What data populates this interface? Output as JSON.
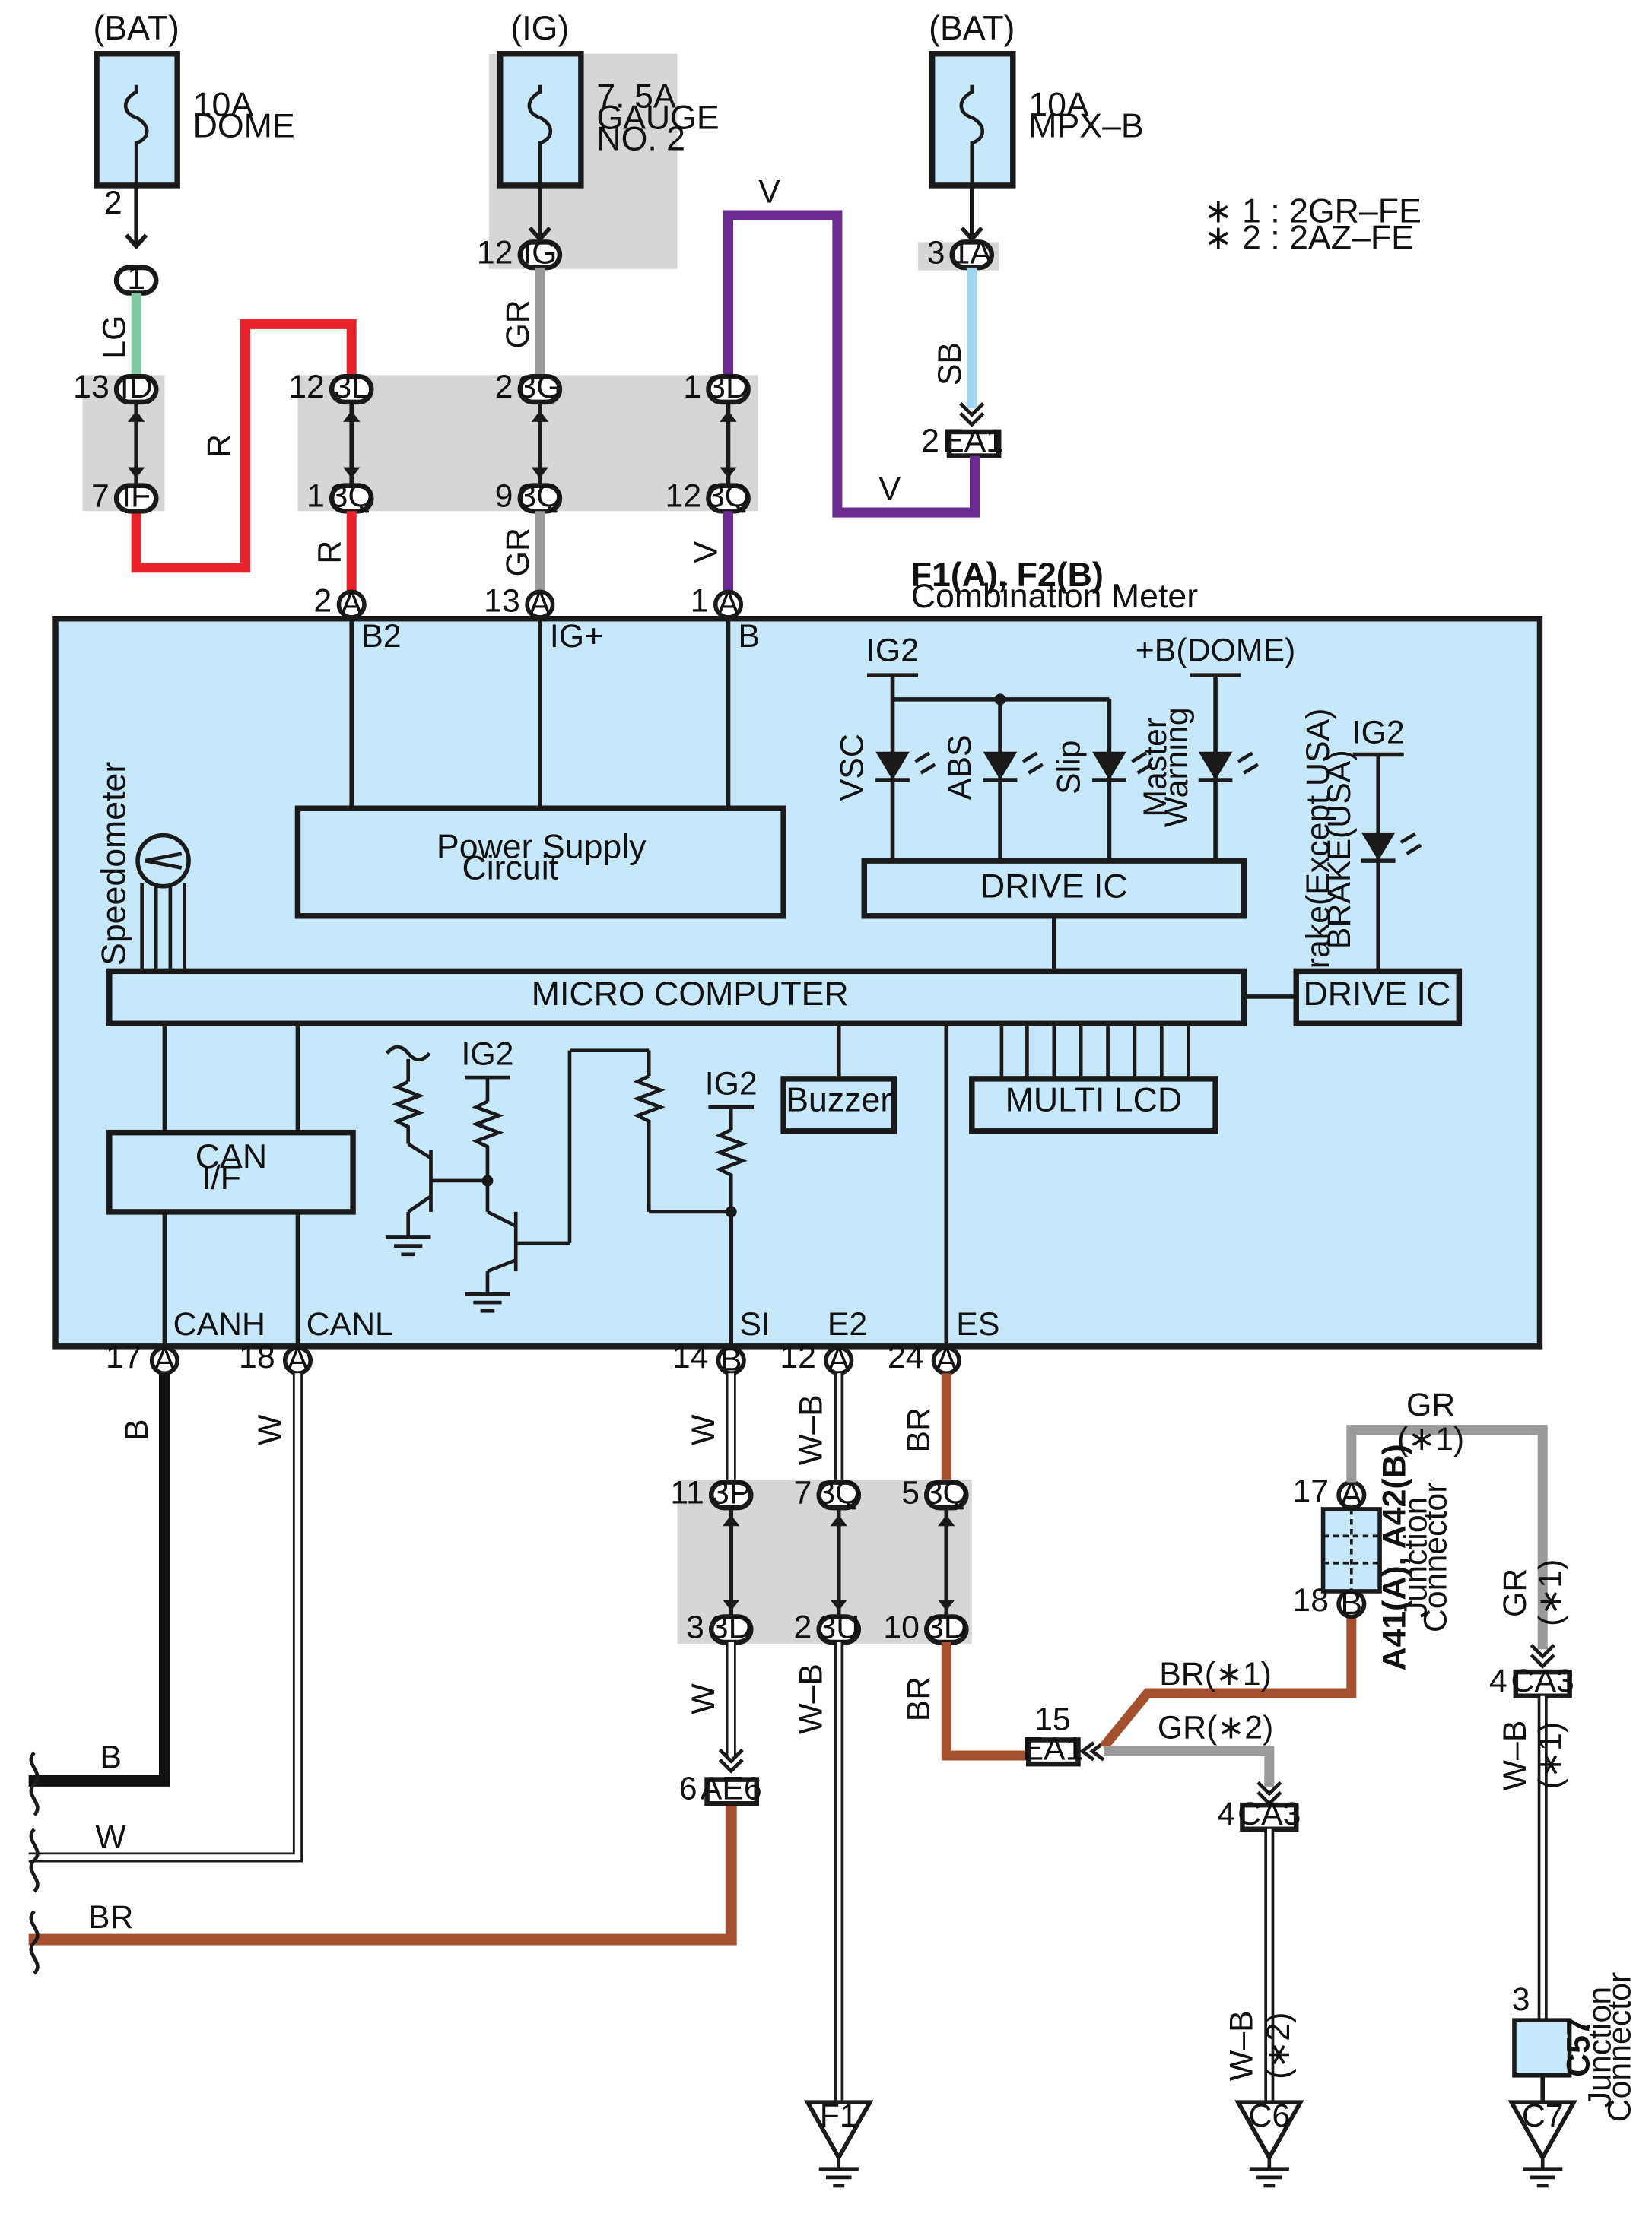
{
  "notes": [
    "∗ 1 : 2GR–FE",
    "∗ 2 : 2AZ–FE"
  ],
  "fuses": [
    {
      "source": "(BAT)",
      "rating": "10A",
      "name1": "DOME",
      "name2": "",
      "name3": ""
    },
    {
      "source": "(IG)",
      "rating": "7. 5A",
      "name1": "GAUGE",
      "name2": "NO. 2",
      "name3": ""
    },
    {
      "source": "(BAT)",
      "rating": "10A",
      "name1": "MPX–B",
      "name2": "",
      "name3": ""
    }
  ],
  "component": {
    "title": "F1(A), F2(B)",
    "subtitle": "Combination Meter"
  },
  "internal": {
    "power_supply": [
      "Power Supply",
      "Circuit"
    ],
    "micro": "MICRO COMPUTER",
    "drive_ic": "DRIVE IC",
    "drive_ic2": "DRIVE IC",
    "can_if": [
      "CAN",
      "I/F"
    ],
    "buzzer": "Buzzer",
    "multi_lcd": "MULTI LCD",
    "speedometer": "Speedometer",
    "ig2": "IG2",
    "bdome": "+B(DOME)",
    "leds": [
      "VSC",
      "ABS",
      "Slip",
      "Master",
      "Warning"
    ],
    "brake": [
      "Brake(Except USA)",
      "BRAKE(USA)"
    ]
  },
  "terminals": [
    "B2",
    "IG+",
    "B",
    "CANH",
    "CANL",
    "SI",
    "E2",
    "ES"
  ],
  "pins": [
    "2",
    "13",
    "1",
    "17",
    "18",
    "14",
    "12",
    "24",
    "A",
    "B"
  ],
  "connectors": [
    "1",
    "ID",
    "IF",
    "3L",
    "3Q",
    "3G",
    "3D",
    "IG",
    "1A",
    "EA1",
    "3P",
    "3U",
    "AE6",
    "CA3"
  ],
  "connector_pins": [
    "2",
    "12",
    "3",
    "13",
    "7",
    "1",
    "9",
    "11",
    "5",
    "10",
    "6",
    "15",
    "4"
  ],
  "wires": [
    "LG",
    "R",
    "GR",
    "V",
    "SB",
    "B",
    "W",
    "W–B",
    "BR",
    "BR(∗1)",
    "GR(∗2)",
    "GR",
    "(∗1)",
    "(∗2)"
  ],
  "junctions": [
    {
      "name": "A41(A), A42(B)",
      "label1": "Junction",
      "label2": "Connector",
      "pin_top": "17",
      "pin_bottom": "18"
    },
    {
      "name": "C57",
      "label1": "Junction",
      "label2": "Connector",
      "pin_top": "3"
    }
  ],
  "grounds": [
    "F1",
    "C6",
    "C7"
  ],
  "colors": {
    "LG": "#80c8a0",
    "R": "#e8232b",
    "GR": "#9a9a9a",
    "V": "#6a2c91",
    "SB": "#9dd7f2",
    "B": "#111111",
    "W": "#ffffff",
    "BR": "#a4502e",
    "box": "#c7e8fa",
    "gray": "#d6d6d6"
  }
}
